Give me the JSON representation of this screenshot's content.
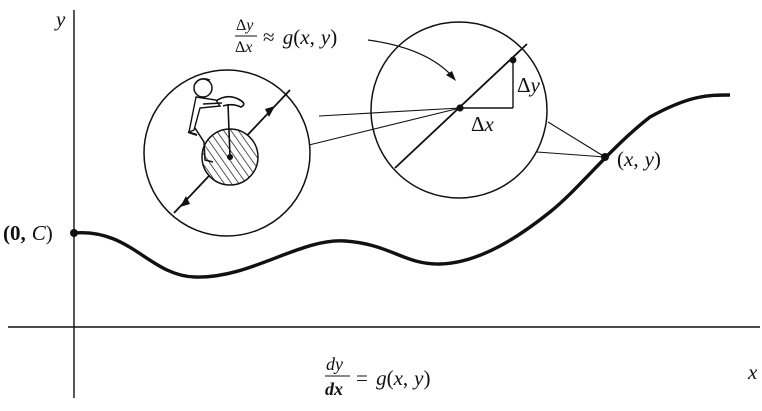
{
  "axes": {
    "y_label": "y",
    "x_label": "x"
  },
  "labels": {
    "initial_point_open": "(0,",
    "initial_point_c": "C",
    "initial_point_close": ")",
    "point_open": "(",
    "point_x": "x",
    "point_comma": ",",
    "point_y": "y",
    "point_close": ")",
    "delta_x": "x",
    "delta_y": "y",
    "delta": "Δ"
  },
  "slope_formula": {
    "num_delta": "Δ",
    "num_var": "y",
    "den_delta": "Δ",
    "den_var": "x",
    "approx": "≈",
    "func": "g",
    "args_open": "(",
    "arg1": "x",
    "args_comma": ",",
    "arg2": "y",
    "args_close": ")"
  },
  "differential_equation": {
    "num": "dy",
    "den": "dx",
    "equals": "=",
    "func": "g",
    "args_open": "(",
    "arg1": "x",
    "args_comma": ",",
    "arg2": "y",
    "args_close": ")"
  },
  "colors": {
    "ink": "#111111",
    "background": "#ffffff"
  },
  "illustration": {
    "cyclist_icon": "unicyclist-on-slope-icon"
  }
}
